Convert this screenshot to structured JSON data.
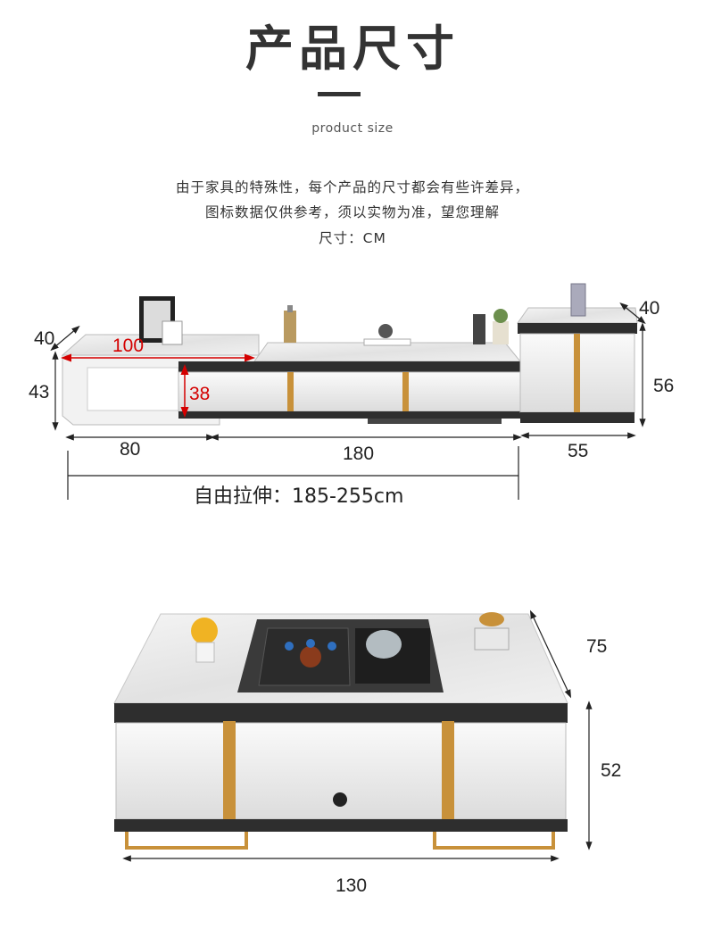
{
  "header": {
    "title": "产品尺寸",
    "subtitle": "product size"
  },
  "notice": {
    "line1": "由于家具的特殊性，每个产品的尺寸都会有些许差异，",
    "line2": "图标数据仅供参考，须以实物为准，望您理解",
    "line3": "尺寸：CM"
  },
  "tv_cabinet": {
    "depth_left": "40",
    "width_top": "100",
    "height_left": "43",
    "height_inner": "38",
    "width_left": "80",
    "width_main": "180",
    "depth_side": "40",
    "height_side": "56",
    "width_side": "55",
    "stretch_label": "自由拉伸：185-255cm"
  },
  "tea_table": {
    "depth": "75",
    "height": "52",
    "width": "130"
  },
  "colors": {
    "accent_red": "#d40000",
    "gold": "#c8913a",
    "dark_band": "#2e2e2e"
  }
}
